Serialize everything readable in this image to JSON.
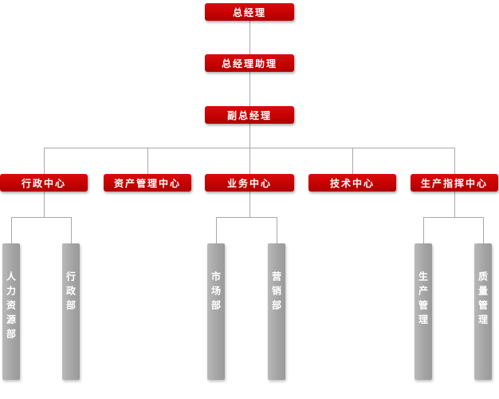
{
  "org_chart": {
    "title_nodes": {
      "general_manager": "总经理",
      "gm_assistant": "总经理助理",
      "deputy_gm": "副总经理"
    },
    "centers": [
      {
        "label": "行政中心"
      },
      {
        "label": "资产管理中心"
      },
      {
        "label": "业务中心"
      },
      {
        "label": "技术中心"
      },
      {
        "label": "生产指挥中心"
      }
    ],
    "departments": [
      {
        "label": "人力资源部",
        "parent": "行政中心"
      },
      {
        "label": "行政部",
        "parent": "行政中心"
      },
      {
        "label": "市场部",
        "parent": "业务中心"
      },
      {
        "label": "营销部",
        "parent": "业务中心"
      },
      {
        "label": "生产管理",
        "parent": "生产指挥中心"
      },
      {
        "label": "质量管理",
        "parent": "生产指挥中心"
      }
    ],
    "colors": {
      "node_red": "#c40202",
      "bar_gray": "#a3a3a3",
      "line_gray": "#a9a9a9",
      "text": "#ffffff",
      "background": "#ffffff"
    }
  }
}
